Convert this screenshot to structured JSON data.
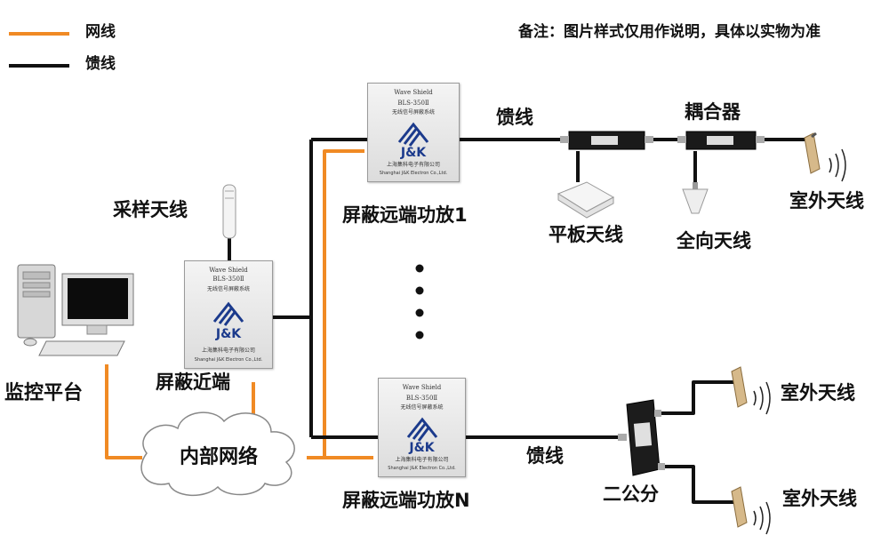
{
  "legend": [
    {
      "label": "网线",
      "color": "#f08a24"
    },
    {
      "label": "馈线",
      "color": "#111111"
    }
  ],
  "note": "备注：图片样式仅用作说明，具体以实物为准",
  "colors": {
    "network_cable": "#f08a24",
    "feeder": "#111111",
    "logo_blue": "#1b3a8c"
  },
  "nodes": {
    "monitor": "监控平台",
    "network": "内部网络",
    "sample_antenna": "采样天线",
    "near_end": "屏蔽近端",
    "far_end_1": "屏蔽远端功放1",
    "far_end_n": "屏蔽远端功放N",
    "feeder_top": "馈线",
    "feeder_bottom": "馈线",
    "coupler": "耦合器",
    "panel_antenna": "平板天线",
    "omni_antenna": "全向天线",
    "outdoor_top": "室外天线",
    "outdoor_mid": "室外天线",
    "outdoor_bottom": "室外天线",
    "splitter": "二公分"
  },
  "device_plate": {
    "series": "Wave Shield",
    "model": "BLS-350Ⅱ",
    "system": "无线信号屏蔽系统",
    "brand": "J&K",
    "company_cn": "上海集科电子有限公司",
    "company_en": "Shanghai J&K Electron Co.,Ltd."
  },
  "icons": [
    "computer-icon",
    "cloud-icon",
    "shield-box-icon",
    "coupler-icon",
    "panel-antenna-icon",
    "omni-antenna-icon",
    "outdoor-antenna-icon",
    "splitter-icon",
    "signal-waves-icon"
  ]
}
